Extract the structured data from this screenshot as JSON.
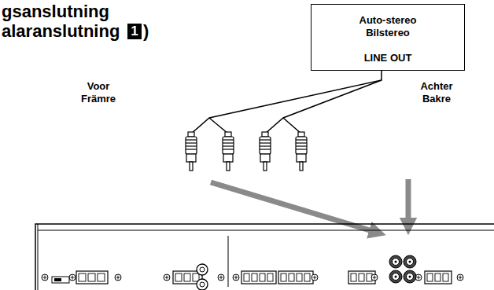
{
  "diagram": {
    "title": "gsanslutning alaranslutning",
    "nodes": [
      {
        "text": [
          "Auto-stereo Bilstereo",
          "LINE OUT"
        ]
      }
    ],
    "labels": [
      "1",
      ")",
      "Voor Främre",
      "Achter Bakre"
    ]
  }
}
